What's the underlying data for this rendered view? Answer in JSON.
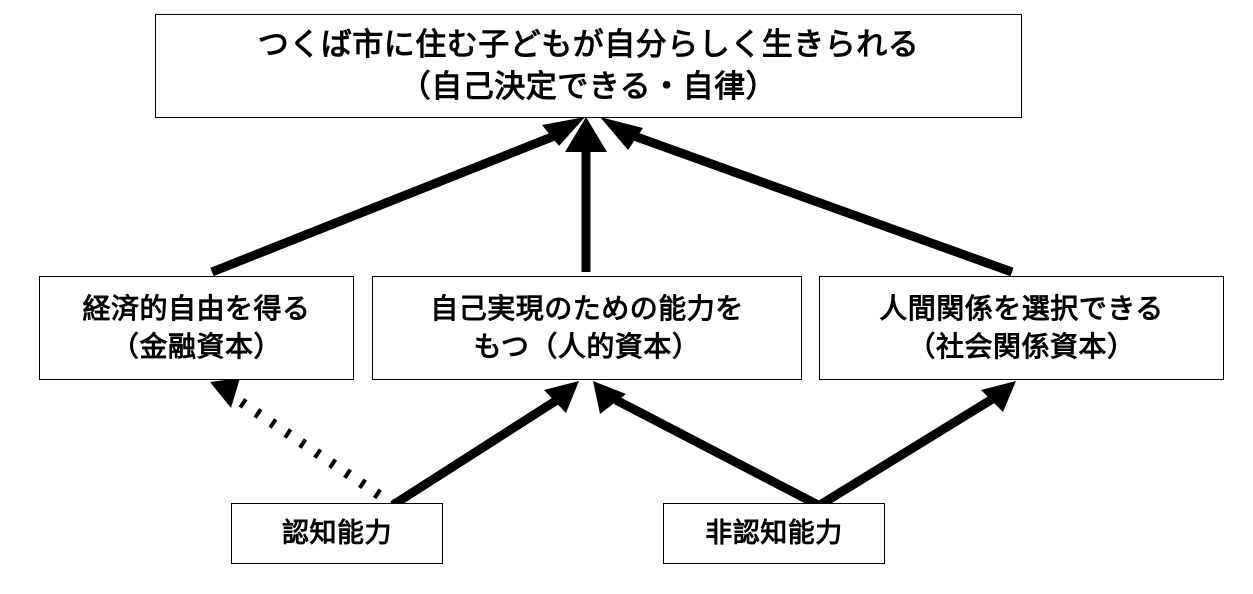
{
  "diagram": {
    "title_text": "つくば市に住む子どもが自分らしく生きられる\n（自己決定できる・自律）",
    "colors": {
      "line": "#000000",
      "box_border": "#000000",
      "box_fill": "#ffffff",
      "text": "#000000",
      "background": "#ffffff"
    },
    "nodes": {
      "goal": {
        "id": "goal",
        "label": "つくば市に住む子どもが自分らしく生きられる\n（自己決定できる・自律）"
      },
      "financial_capital": {
        "id": "financial-capital",
        "label": "経済的自由を得る\n（金融資本）"
      },
      "human_capital": {
        "id": "human-capital",
        "label": "自己実現のための能力を\nもつ（人的資本）"
      },
      "social_capital": {
        "id": "social-capital",
        "label": "人間関係を選択できる\n（社会関係資本）"
      },
      "cognitive_ability": {
        "id": "cognitive-ability",
        "label": "認知能力"
      },
      "noncognitive_ability": {
        "id": "noncognitive-ability",
        "label": "非認知能力"
      }
    },
    "edges": [
      {
        "id": "edge-financial-to-goal",
        "from": "financial_capital",
        "to": "goal",
        "style": "solid",
        "arrow": "single"
      },
      {
        "id": "edge-human-to-goal",
        "from": "human_capital",
        "to": "goal",
        "style": "solid",
        "arrow": "single"
      },
      {
        "id": "edge-social-to-goal",
        "from": "social_capital",
        "to": "goal",
        "style": "solid",
        "arrow": "single"
      },
      {
        "id": "edge-cognitive-to-financial",
        "from": "cognitive_ability",
        "to": "financial_capital",
        "style": "dotted",
        "arrow": "single"
      },
      {
        "id": "edge-cognitive-to-human",
        "from": "cognitive_ability",
        "to": "human_capital",
        "style": "solid",
        "arrow": "single"
      },
      {
        "id": "edge-noncognitive-to-human",
        "from": "noncognitive_ability",
        "to": "human_capital",
        "style": "solid",
        "arrow": "single"
      },
      {
        "id": "edge-noncognitive-to-social",
        "from": "noncognitive_ability",
        "to": "social_capital",
        "style": "solid",
        "arrow": "single"
      }
    ]
  }
}
